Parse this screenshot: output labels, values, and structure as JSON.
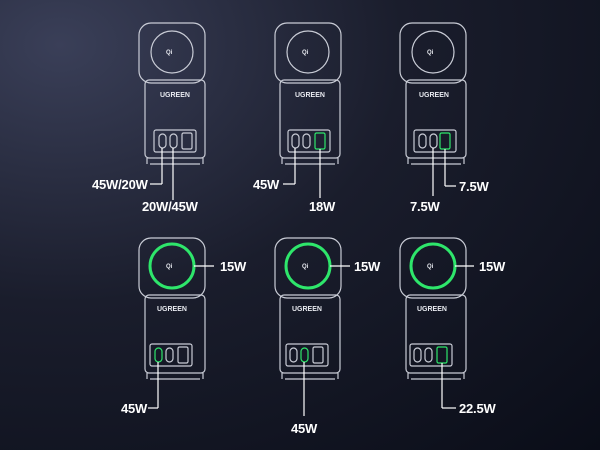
{
  "brand": "UGREEN",
  "qi_mark": "Qi",
  "colors": {
    "accent": "#2ee66b",
    "outline": "#c9ccd6",
    "background": "#121525"
  },
  "configs": [
    {
      "labels": [
        "45W/20W",
        "20W/45W"
      ],
      "active": []
    },
    {
      "labels": [
        "45W",
        "18W"
      ],
      "active": [
        "usb-a"
      ]
    },
    {
      "labels": [
        "7.5W",
        "7.5W"
      ],
      "active": [
        "usb-a"
      ]
    },
    {
      "labels": [
        "15W",
        "45W"
      ],
      "active": [
        "pad"
      ]
    },
    {
      "labels": [
        "15W",
        "45W"
      ],
      "active": [
        "pad"
      ]
    },
    {
      "labels": [
        "15W",
        "22.5W"
      ],
      "active": [
        "pad",
        "usb-a"
      ]
    }
  ]
}
